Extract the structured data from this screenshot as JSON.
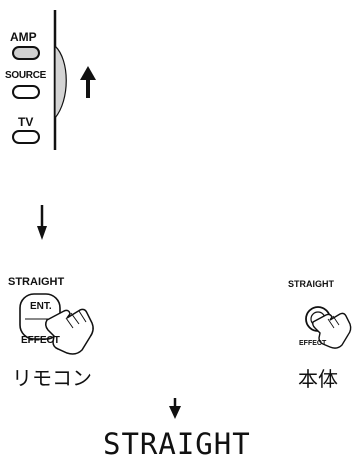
{
  "remote": {
    "amp_label": "AMP",
    "source_label": "SOURCE",
    "tv_label": "TV"
  },
  "remote_control": {
    "straight_label": "STRAIGHT",
    "ent_label": "ENT.",
    "effect_label": "EFFECT",
    "caption": "リモコン"
  },
  "main_unit": {
    "straight_label": "STRAIGHT",
    "effect_label": "EFFECT",
    "caption": "本体"
  },
  "display": {
    "text": "STRAIGHT"
  }
}
